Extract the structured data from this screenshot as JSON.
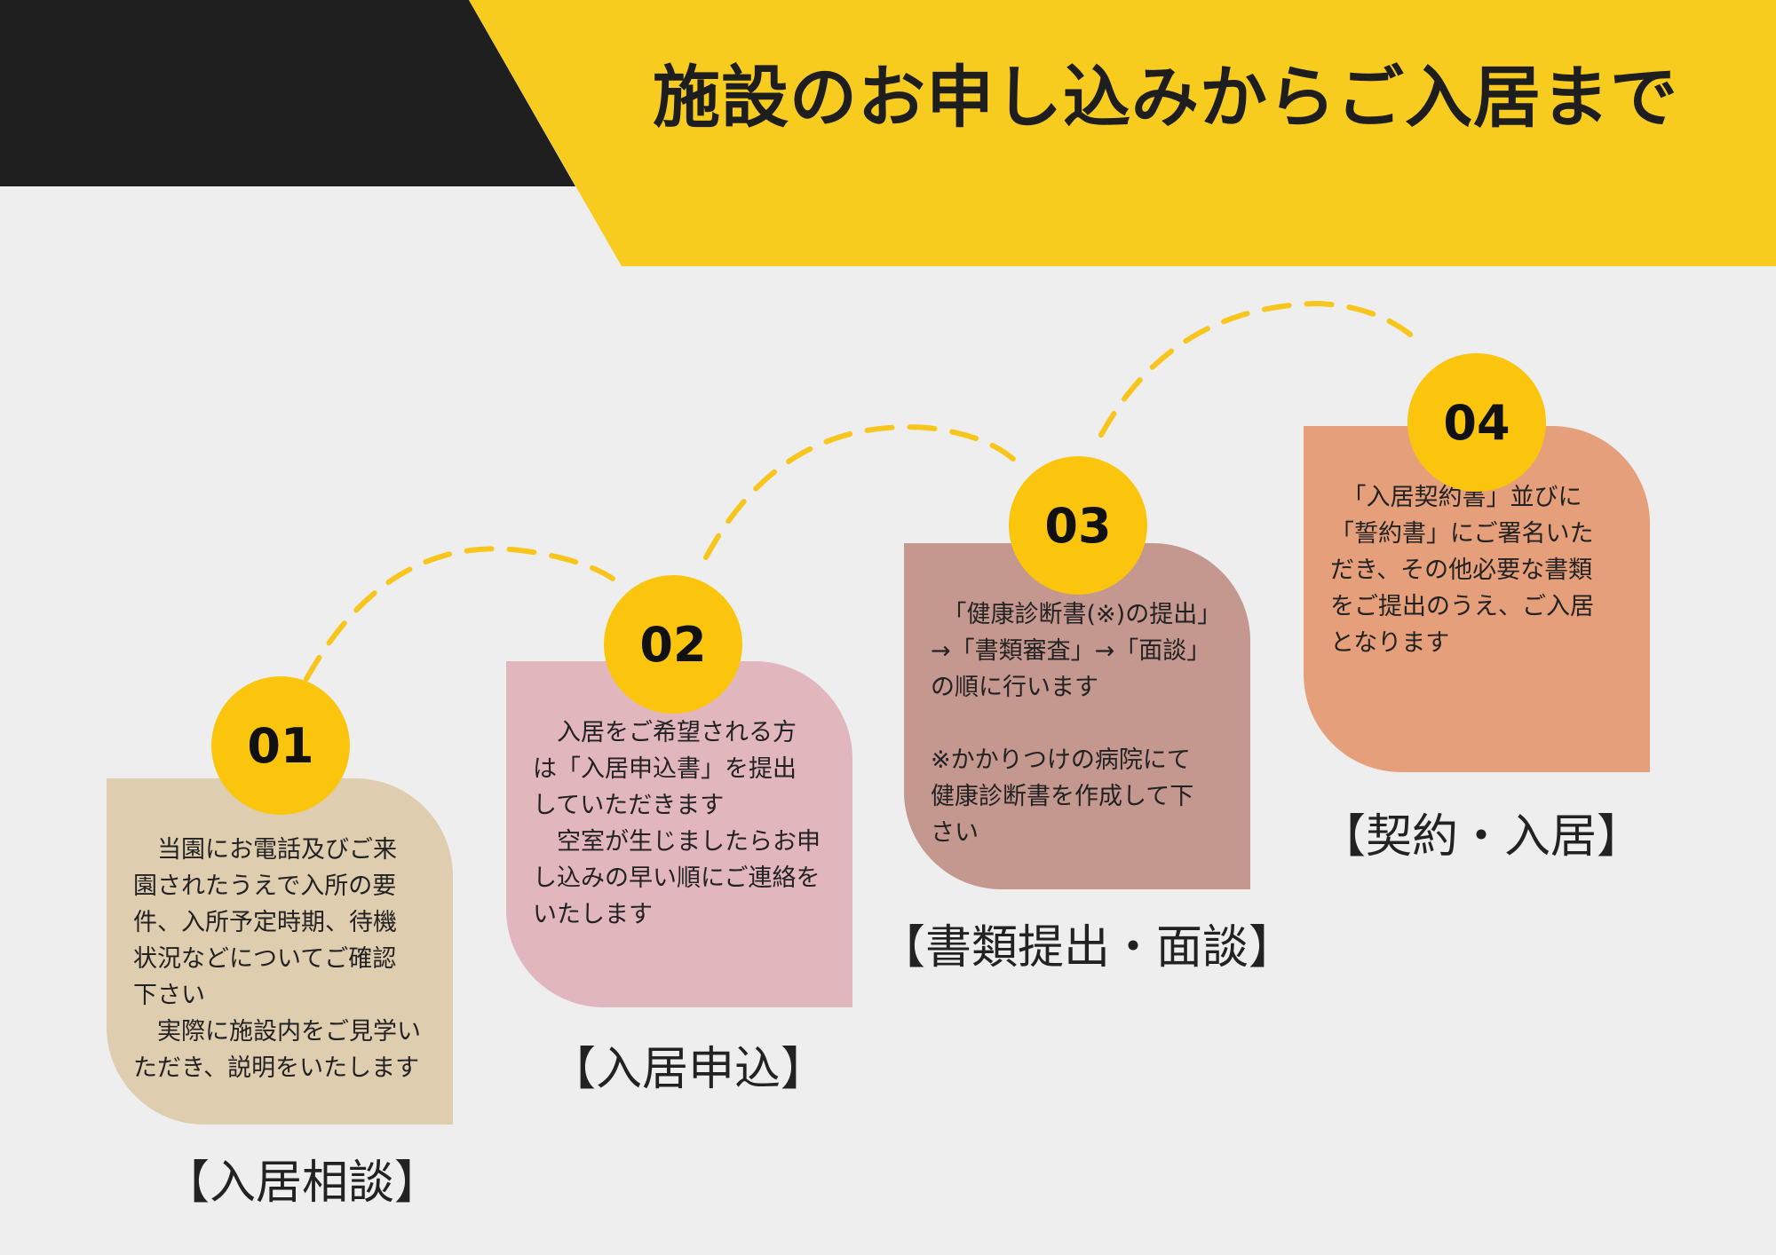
{
  "page": {
    "title": "施設のお申し込みからご入居まで",
    "colors": {
      "background": "#eeeeee",
      "header_dark": "#1f1f1f",
      "header_accent": "#f8cc1f",
      "badge": "#fbc40d",
      "connector": "#f7c51c"
    }
  },
  "steps": [
    {
      "number": "01",
      "label": "【入居相談】",
      "text": "　当園にお電話及びご来\n園されたうえで入所の要\n件、入所予定時期、待機\n状況などについてご確認\n下さい\n　実際に施設内をご見学い\nただき、説明をいたします",
      "color": "#dfcdb0"
    },
    {
      "number": "02",
      "label": "【入居申込】",
      "text": "　入居をご希望される方\nは「入居申込書」を提出\nしていただきます\n　空室が生じましたらお申\nし込みの早い順にご連絡を\nいたします",
      "color": "#e2b6bd"
    },
    {
      "number": "03",
      "label": "【書類提出・面談】",
      "text": "　「健康診断書(※)の提出」\n→「書類審査」→「面談」\nの順に行います\n\n※かかりつけの病院にて\n健康診断書を作成して下\nさい",
      "color": "#c4978f"
    },
    {
      "number": "04",
      "label": "【契約・入居】",
      "text": "　「入居契約書」並びに\n「誓約書」にご署名いた\nだき、その他必要な書類\nをご提出のうえ、ご入居\nとなります",
      "color": "#e5a07b"
    }
  ]
}
